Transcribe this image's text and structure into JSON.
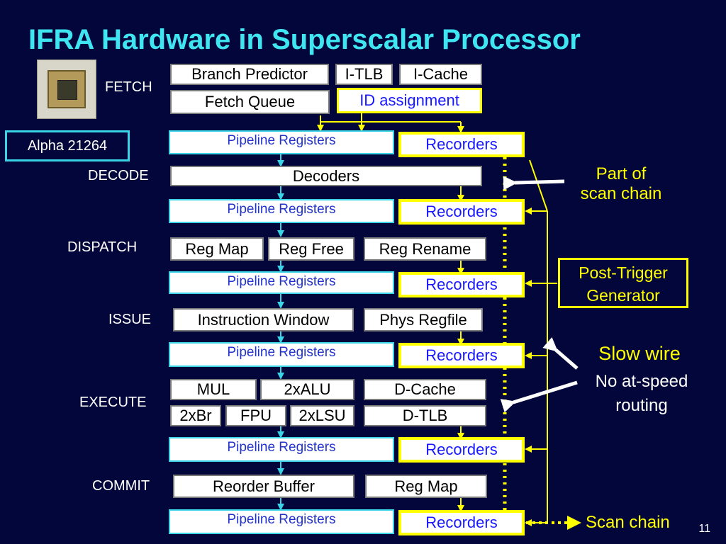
{
  "title": "IFRA Hardware in Superscalar Processor",
  "chip": {
    "label": "Alpha 21264"
  },
  "stages": {
    "fetch": "FETCH",
    "decode": "DECODE",
    "dispatch": "DISPATCH",
    "issue": "ISSUE",
    "execute": "EXECUTE",
    "commit": "COMMIT"
  },
  "fetch_units": {
    "branch_predictor": "Branch Predictor",
    "itlb": "I-TLB",
    "icache": "I-Cache",
    "fetch_queue": "Fetch Queue",
    "id_assignment": "ID assignment"
  },
  "decode_units": {
    "decoders": "Decoders"
  },
  "dispatch_units": {
    "reg_map": "Reg Map",
    "reg_free": "Reg Free",
    "reg_rename": "Reg Rename"
  },
  "issue_units": {
    "instruction_window": "Instruction Window",
    "phys_regfile": "Phys Regfile"
  },
  "execute_units": {
    "mul": "MUL",
    "alu": "2xALU",
    "dcache": "D-Cache",
    "br": "2xBr",
    "fpu": "FPU",
    "lsu": "2xLSU",
    "dtlb": "D-TLB"
  },
  "commit_units": {
    "reorder_buffer": "Reorder Buffer",
    "reg_map": "Reg Map"
  },
  "pipeline_register_label": "Pipeline Registers",
  "recorder_label": "Recorders",
  "annotations": {
    "part_of_scan_chain_1": "Part of",
    "part_of_scan_chain_2": "scan chain",
    "post_trigger_1": "Post-Trigger",
    "post_trigger_2": "Generator",
    "slow_wire": "Slow wire",
    "no_at_speed_1": "No at-speed",
    "no_at_speed_2": "routing",
    "scan_chain": "Scan chain"
  },
  "page_number": "11",
  "colors": {
    "background": "#02063a",
    "title": "#3fe6f2",
    "pipeline_border": "#39d4e6",
    "recorder_border": "#ffff00",
    "annotation": "#ffff00"
  }
}
